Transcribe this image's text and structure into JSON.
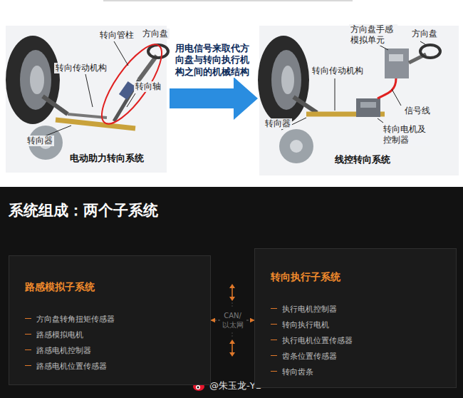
{
  "diagram": {
    "title": "系统组成：两个子系统",
    "nodes": [
      {
        "text": [
          "路感模拟子系统",
          "方向盘转角扭矩传感器",
          "路感模拟电机",
          "路感电机控制器",
          "路感电机位置传感器"
        ]
      },
      {
        "text": [
          "转向执行子系统",
          "执行电机控制器",
          "转向执行电机",
          "执行电机位置传感器",
          "齿条位置传感器",
          "转向齿条"
        ]
      }
    ],
    "edges": [
      {
        "from": 0,
        "to": 1,
        "arrow": "both",
        "label": "CAN/ 以太网"
      }
    ],
    "labels": [
      "转向管柱",
      "方向盘",
      "转向传动机构",
      "转向轴",
      "转向器",
      "电动助力转向系统",
      "用电信号来取代方向盘与转向执行机构之间的机械结构",
      "方向盘手感模拟单元",
      "方向盘",
      "转向传动机构",
      "信号线",
      "转向器",
      "转向电机及控制器",
      "线控转向系统",
      "@朱玉龙-YL"
    ]
  }
}
